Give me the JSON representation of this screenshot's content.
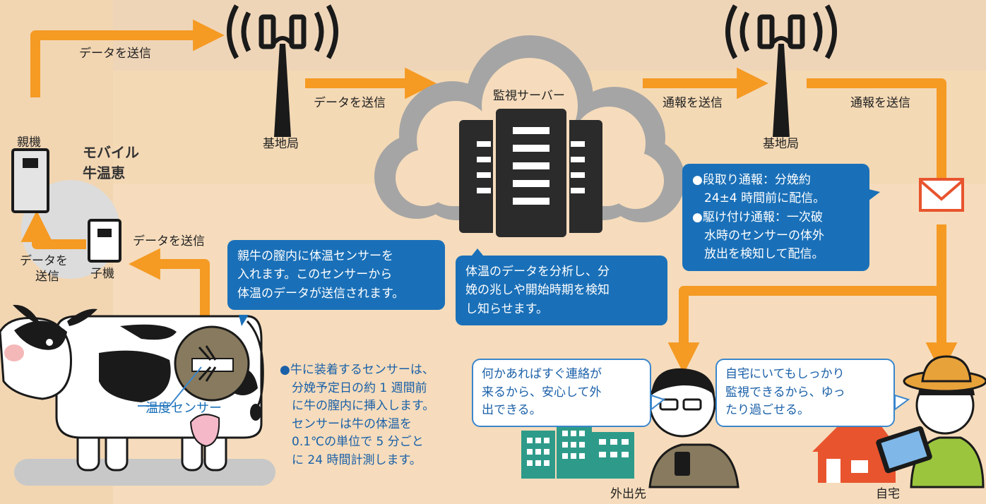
{
  "labels": {
    "send_data_1": "データを送信",
    "send_data_2": "データを送信",
    "send_data_child": "データを送信",
    "send_data_parent_1": "データを",
    "send_data_parent_2": "送信",
    "send_alert_1": "通報を送信",
    "send_alert_2": "通報を送信",
    "base_station_1": "基地局",
    "base_station_2": "基地局",
    "server": "監視サーバー",
    "parent_unit": "親機",
    "child_unit": "子機",
    "brand_line1": "モバイル",
    "brand_line2": "牛温恵",
    "temp_sensor": "温度センサー",
    "outside": "外出先",
    "home": "自宅"
  },
  "bubbles": {
    "sensor_info": [
      "親牛の膣内に体温センサーを",
      "入れます。このセンサーから",
      "体温のデータが送信されます。"
    ],
    "server_info": [
      "体温のデータを分析し、分",
      "娩の兆しや開始時期を検知",
      "し知らせます。"
    ],
    "alerts": [
      "●段取り通報：分娩約",
      "　24±4 時間前に配信。",
      "●駆け付け通報：一次破",
      "　水時のセンサーの体外",
      "　放出を検知して配信。"
    ],
    "outside_comment": [
      "何かあればすぐ連絡が",
      "来るから、安心して外",
      "出できる。"
    ],
    "home_comment": [
      "自宅にいてもしっかり",
      "監視できるから、ゆっ",
      "たり過ごせる。"
    ]
  },
  "sensor_note": [
    "●牛に装着するセンサーは、",
    "　分娩予定日の約 1 週間前",
    "　に牛の膣内に挿入します。",
    "　センサーは牛の体温を",
    "　0.1℃の単位で 5 分ごと",
    "　に 24 時間計測します。"
  ],
  "colors": {
    "background": "#f4d9b5",
    "band": "#efd5b8",
    "arrow": "#f59a23",
    "cloud": "#a5a5a5",
    "server": "#2b2b2b",
    "bubble": "#1a70b8",
    "mail": "#e8542e"
  }
}
